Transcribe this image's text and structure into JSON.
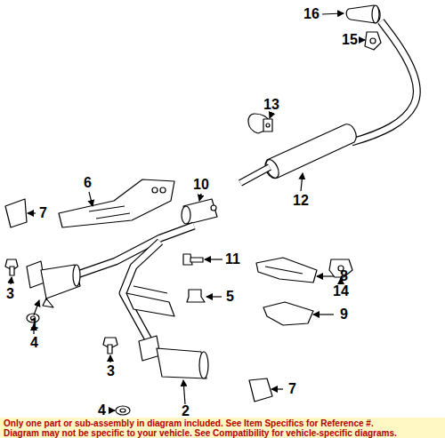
{
  "diagram": {
    "labels": [
      "16",
      "15",
      "13",
      "7",
      "6",
      "10",
      "12",
      "14",
      "3",
      "11",
      "5",
      "8",
      "1",
      "4",
      "9",
      "3",
      "2",
      "7",
      "4",
      "Only one part or sub-assembly in diagram included. See Item Specifics for Reference #.",
      "Diagram may not be specific to your vehicle. See Compatibility for vehicle-specific diagrams."
    ]
  }
}
